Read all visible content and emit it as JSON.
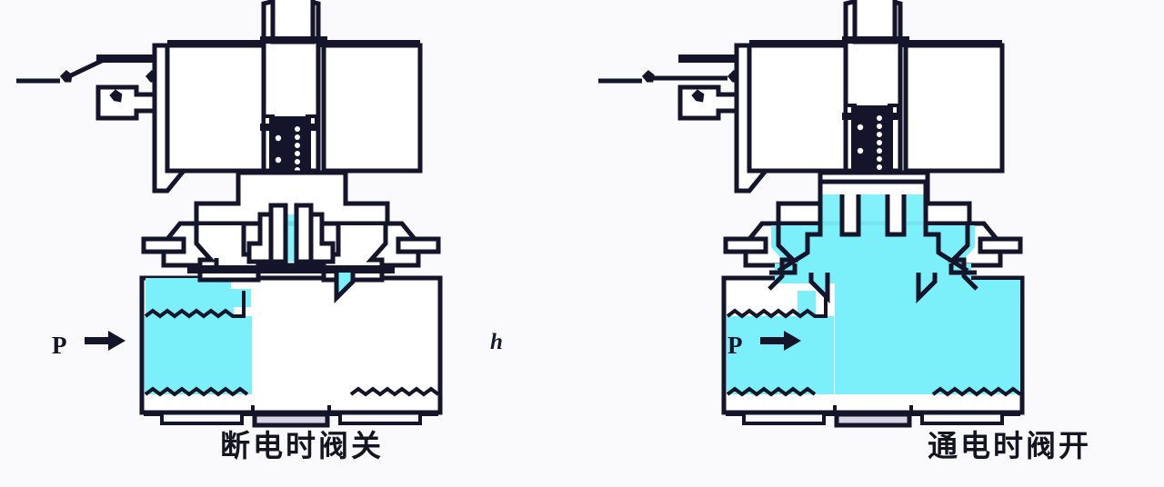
{
  "figure": {
    "background_color": "#fafafc",
    "outline_color": "#14142b",
    "fluid_color": "#7cf0fa",
    "metal_fill": "#ffffff",
    "dark_fill": "#14142b",
    "seal_fill": "#d8d4e4"
  },
  "stray_mark": {
    "text": "h"
  },
  "panels": [
    {
      "id": "deenergized",
      "caption": "断电时阀关",
      "pressure_label": "P",
      "switch_state": "open",
      "valve_state": "closed",
      "fluid_regions": [
        "inlet-chamber",
        "pilot-cavity-left"
      ],
      "plunger_position": "down"
    },
    {
      "id": "energized",
      "caption": "通电时阀开",
      "pressure_label": "P",
      "switch_state": "closed",
      "valve_state": "open",
      "fluid_regions": [
        "inlet-chamber",
        "pilot-cavity-left",
        "pilot-cavity-right",
        "outlet-chamber",
        "through-passage"
      ],
      "plunger_position": "up"
    }
  ]
}
